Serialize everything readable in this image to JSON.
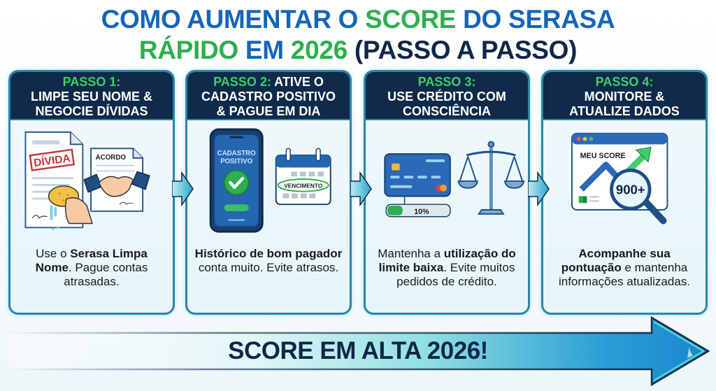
{
  "title": {
    "line1": [
      {
        "text": "COMO AUMENTAR O ",
        "color": "blue"
      },
      {
        "text": "SCORE",
        "color": "green"
      },
      {
        "text": " DO SERASA",
        "color": "blue"
      }
    ],
    "line2": [
      {
        "text": "RÁPIDO",
        "color": "green"
      },
      {
        "text": " EM ",
        "color": "blue"
      },
      {
        "text": "2026",
        "color": "green"
      },
      {
        "text": " (PASSO A PASSO)",
        "color": "navy"
      }
    ]
  },
  "colors": {
    "blue": "#1565b8",
    "green": "#2fae4f",
    "navy": "#0f2747",
    "card_header_bg": "#0f2a4a",
    "card_border": "#2a86a8",
    "step_label": "#3fcf6a"
  },
  "steps": [
    {
      "step_label": "PASSO 1:",
      "heading_line1": "LIMPE SEU NOME &",
      "heading_line2": "NEGOCIE DÍVIDAS",
      "illustration": {
        "stamp": "DÍVIDA",
        "doc_label": "ACORDO",
        "icons": [
          "document-icon",
          "sponge-hand-icon",
          "handshake-icon"
        ]
      },
      "desc": [
        {
          "text": "Use o ",
          "bold": false
        },
        {
          "text": "Serasa Limpa Nome",
          "bold": true
        },
        {
          "text": ". Pague contas atrasadas.",
          "bold": false
        }
      ]
    },
    {
      "step_label": "PASSO 2:",
      "heading_inline": " ATIVE O",
      "heading_line1": "CADASTRO POSITIVO",
      "heading_line2": "& PAGUE EM DIA",
      "illustration": {
        "phone_label_1": "CADASTRO",
        "phone_label_2": "POSITIVO",
        "calendar_label": "VENCIMENTO",
        "icons": [
          "phone-icon",
          "check-icon",
          "calendar-icon"
        ]
      },
      "desc": [
        {
          "text": "Histórico de bom pagador",
          "bold": true
        },
        {
          "text": " conta muito. Evite atrasos.",
          "bold": false
        }
      ]
    },
    {
      "step_label": "PASSO 3:",
      "heading_line1": "USE CRÉDITO COM",
      "heading_line2": "CONSCIÊNCIA",
      "illustration": {
        "utilization": "10%",
        "icons": [
          "credit-card-icon",
          "scale-icon",
          "progress-bar"
        ]
      },
      "desc": [
        {
          "text": "Mantenha a ",
          "bold": false
        },
        {
          "text": "utilização do limite baixa",
          "bold": true
        },
        {
          "text": ". Evite muitos pedidos de crédito.",
          "bold": false
        }
      ]
    },
    {
      "step_label": "PASSO 4:",
      "heading_line1": "MONITORE &",
      "heading_line2": "ATUALIZE DADOS",
      "illustration": {
        "window_label": "MEU SCORE",
        "score": "900+",
        "icons": [
          "browser-window-icon",
          "trend-up-arrow-icon",
          "magnifier-icon"
        ]
      },
      "desc": [
        {
          "text": "Acompanhe sua pontuação",
          "bold": true
        },
        {
          "text": " e mantenha informações atualizadas.",
          "bold": false
        }
      ]
    }
  ],
  "footer": {
    "banner_text": "SCORE EM ALTA 2026!"
  }
}
